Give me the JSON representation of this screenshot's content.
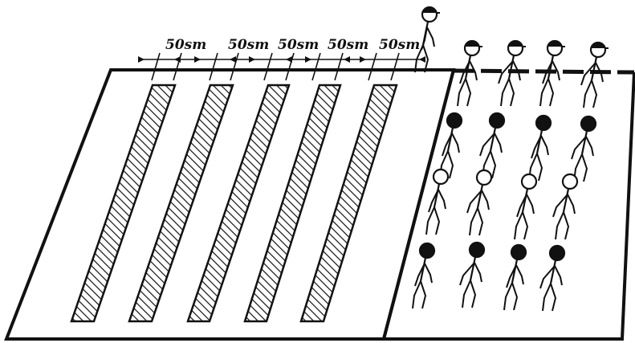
{
  "dimension_labels": [
    "50sm",
    "50sm",
    "50sm",
    "50sm",
    "50sm"
  ],
  "figures": {
    "leader": {
      "head": "open",
      "cap": true
    },
    "rows": [
      {
        "head": "open",
        "cap": true,
        "count": 4
      },
      {
        "head": "filled",
        "cap": false,
        "count": 4
      },
      {
        "head": "open",
        "cap": false,
        "count": 4
      },
      {
        "head": "filled",
        "cap": false,
        "count": 4
      }
    ]
  },
  "colors": {
    "ink": "#111111",
    "paper": "#ffffff"
  }
}
